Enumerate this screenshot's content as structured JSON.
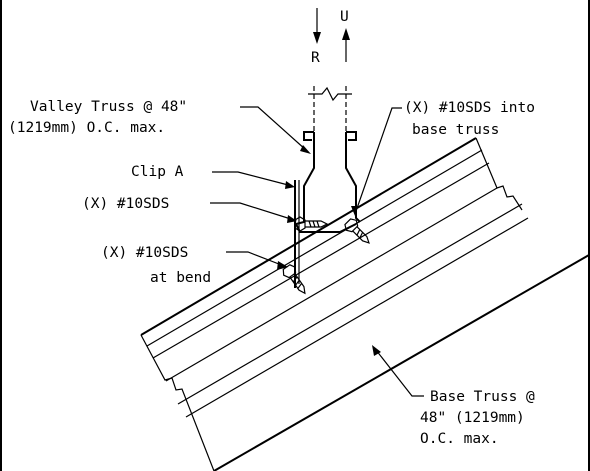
{
  "loads": {
    "r_label": "R",
    "u_label": "U"
  },
  "callouts": {
    "valley_truss": [
      "Valley Truss @ 48\"",
      "(1219mm) O.C. max."
    ],
    "clip_a": "Clip A",
    "screws_vertical": "(X) #10SDS",
    "screws_bend": [
      "(X) #10SDS",
      "at bend"
    ],
    "screws_base": [
      "(X) #10SDS into",
      "base truss"
    ],
    "base_truss": [
      "Base Truss @",
      "48\" (1219mm)",
      "O.C. max."
    ]
  }
}
